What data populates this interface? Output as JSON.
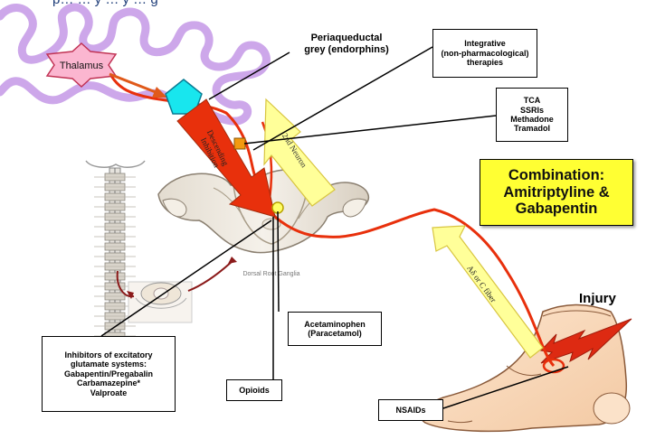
{
  "header": {
    "text": "p…  … y … y … g"
  },
  "thalamus": {
    "label": "Thalamus"
  },
  "pag": {
    "line1": "Periaqueductal",
    "line2": "grey (endorphins)"
  },
  "integrative": {
    "line1": "Integrative",
    "line2": "(non-pharmacological)",
    "line3": "therapies"
  },
  "antidep": {
    "line1": "TCA",
    "line2": "SSRIs",
    "line3": "Methadone",
    "line4": "Tramadol"
  },
  "combination": {
    "line1": "Combination:",
    "line2": "Amitriptyline &",
    "line3": "Gabapentin"
  },
  "descending": {
    "line1": "Descending",
    "line2": "Inhibition"
  },
  "neuron_label": "2nd Neuron",
  "fiber_label": "Aδ or C fiber",
  "injury": {
    "label": "Injury"
  },
  "inhibitors": {
    "line1": "Inhibitors of excitatory",
    "line2": "glutamate systems:",
    "line3": "Gabapentin/Pregabalin",
    "line4": "Carbamazepine*",
    "line5": "Valproate"
  },
  "acetaminophen": {
    "line1": "Acetaminophen",
    "line2": "(Paracetamol)"
  },
  "opioids": {
    "label": "Opioids"
  },
  "nsaids": {
    "label": "NSAIDs"
  },
  "ganglion_caption": "Dorsal Root Ganglia",
  "colors": {
    "pathway_red": "#e8300c",
    "brain_lavender": "#cda7ea",
    "thalamus_pink": "#fbb6d0",
    "pag_cyan": "#18e6ee",
    "yellow": "#ffff99",
    "combination_yellow": "#ffff33",
    "header_blue": "#1d3c78"
  }
}
